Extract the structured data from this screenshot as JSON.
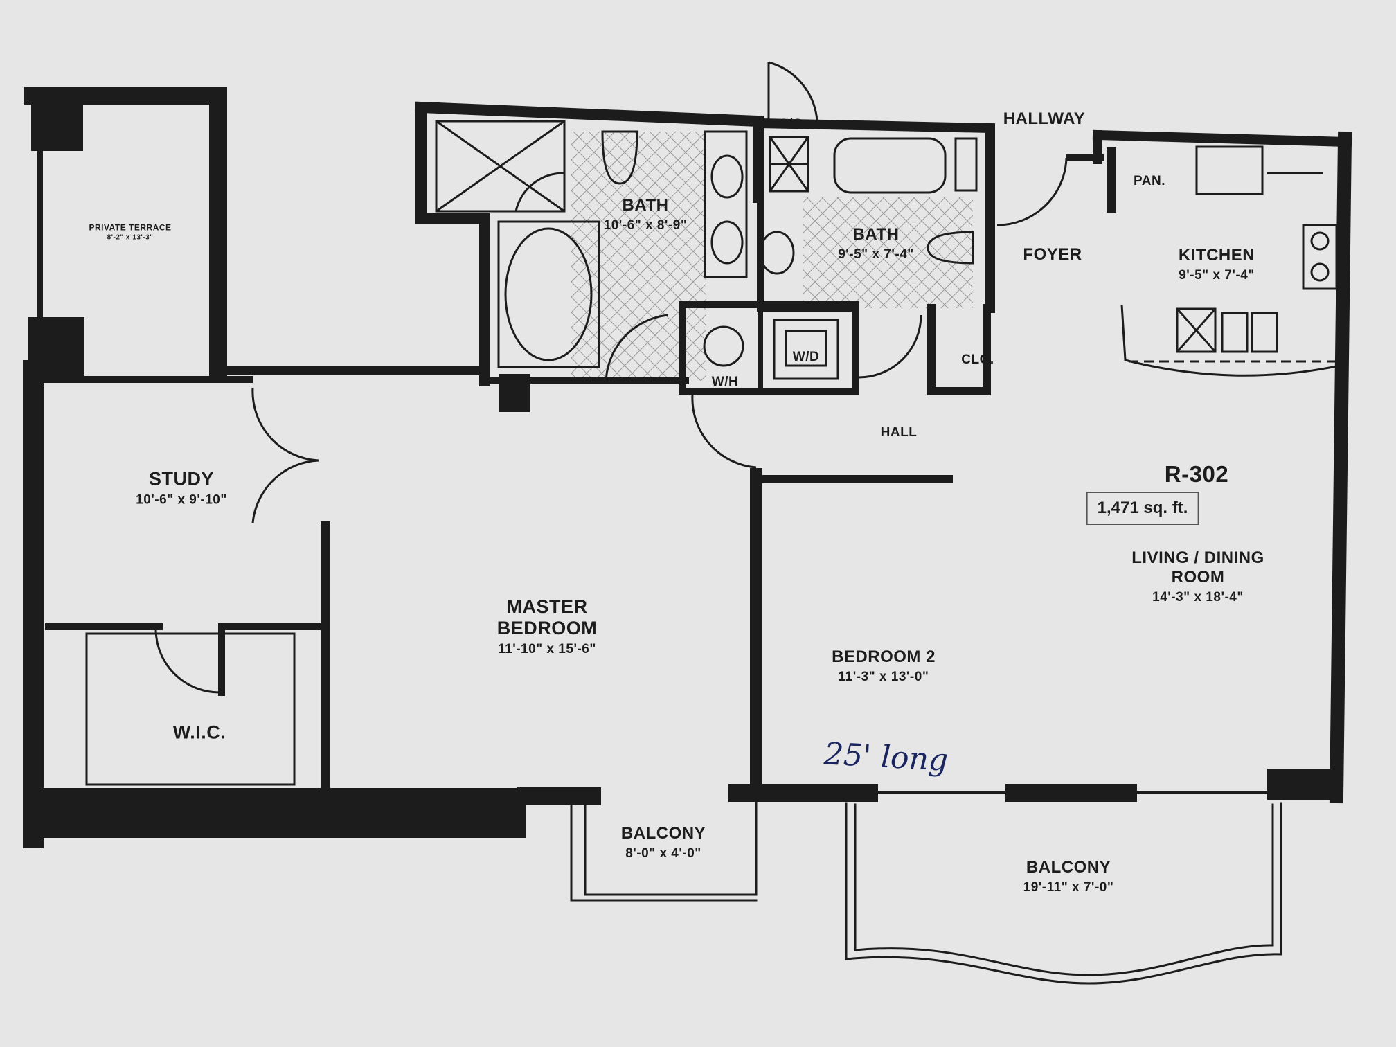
{
  "unit": {
    "id": "R-302",
    "area": "1,471 sq. ft."
  },
  "rooms": {
    "private_terrace": {
      "name": "PRIVATE TERRACE",
      "dims": "8'-2\" x 13'-3\""
    },
    "study": {
      "name": "STUDY",
      "dims": "10'-6\" x 9'-10\""
    },
    "wic": {
      "name": "W.I.C."
    },
    "master_bedroom": {
      "name1": "MASTER",
      "name2": "BEDROOM",
      "dims": "11'-10\" x 15'-6\""
    },
    "master_bath": {
      "name": "BATH",
      "dims": "10'-6\" x 8'-9\""
    },
    "bath_2": {
      "name": "BATH",
      "dims": "9'-5\" x 7'-4\""
    },
    "ac": {
      "name": "A/C"
    },
    "wh": {
      "name": "W/H"
    },
    "wd": {
      "name": "W/D"
    },
    "clo": {
      "name": "CLO."
    },
    "hall": {
      "name": "HALL"
    },
    "hallway": {
      "name": "HALLWAY"
    },
    "foyer": {
      "name": "FOYER"
    },
    "pantry": {
      "name": "PAN."
    },
    "kitchen": {
      "name": "KITCHEN",
      "dims": "9'-5\" x 7'-4\""
    },
    "living_dining": {
      "name1": "LIVING / DINING",
      "name2": "ROOM",
      "dims": "14'-3\" x 18'-4\""
    },
    "bedroom_2": {
      "name": "BEDROOM 2",
      "dims": "11'-3\" x 13'-0\""
    },
    "balcony_small": {
      "name": "BALCONY",
      "dims": "8'-0\" x 4'-0\""
    },
    "balcony_large": {
      "name": "BALCONY",
      "dims": "19'-11\" x 7'-0\""
    }
  },
  "handwritten_note": "25' long",
  "colors": {
    "wall": "#1c1c1c",
    "paper": "#e6e6e6",
    "ink": "#1a2560"
  }
}
